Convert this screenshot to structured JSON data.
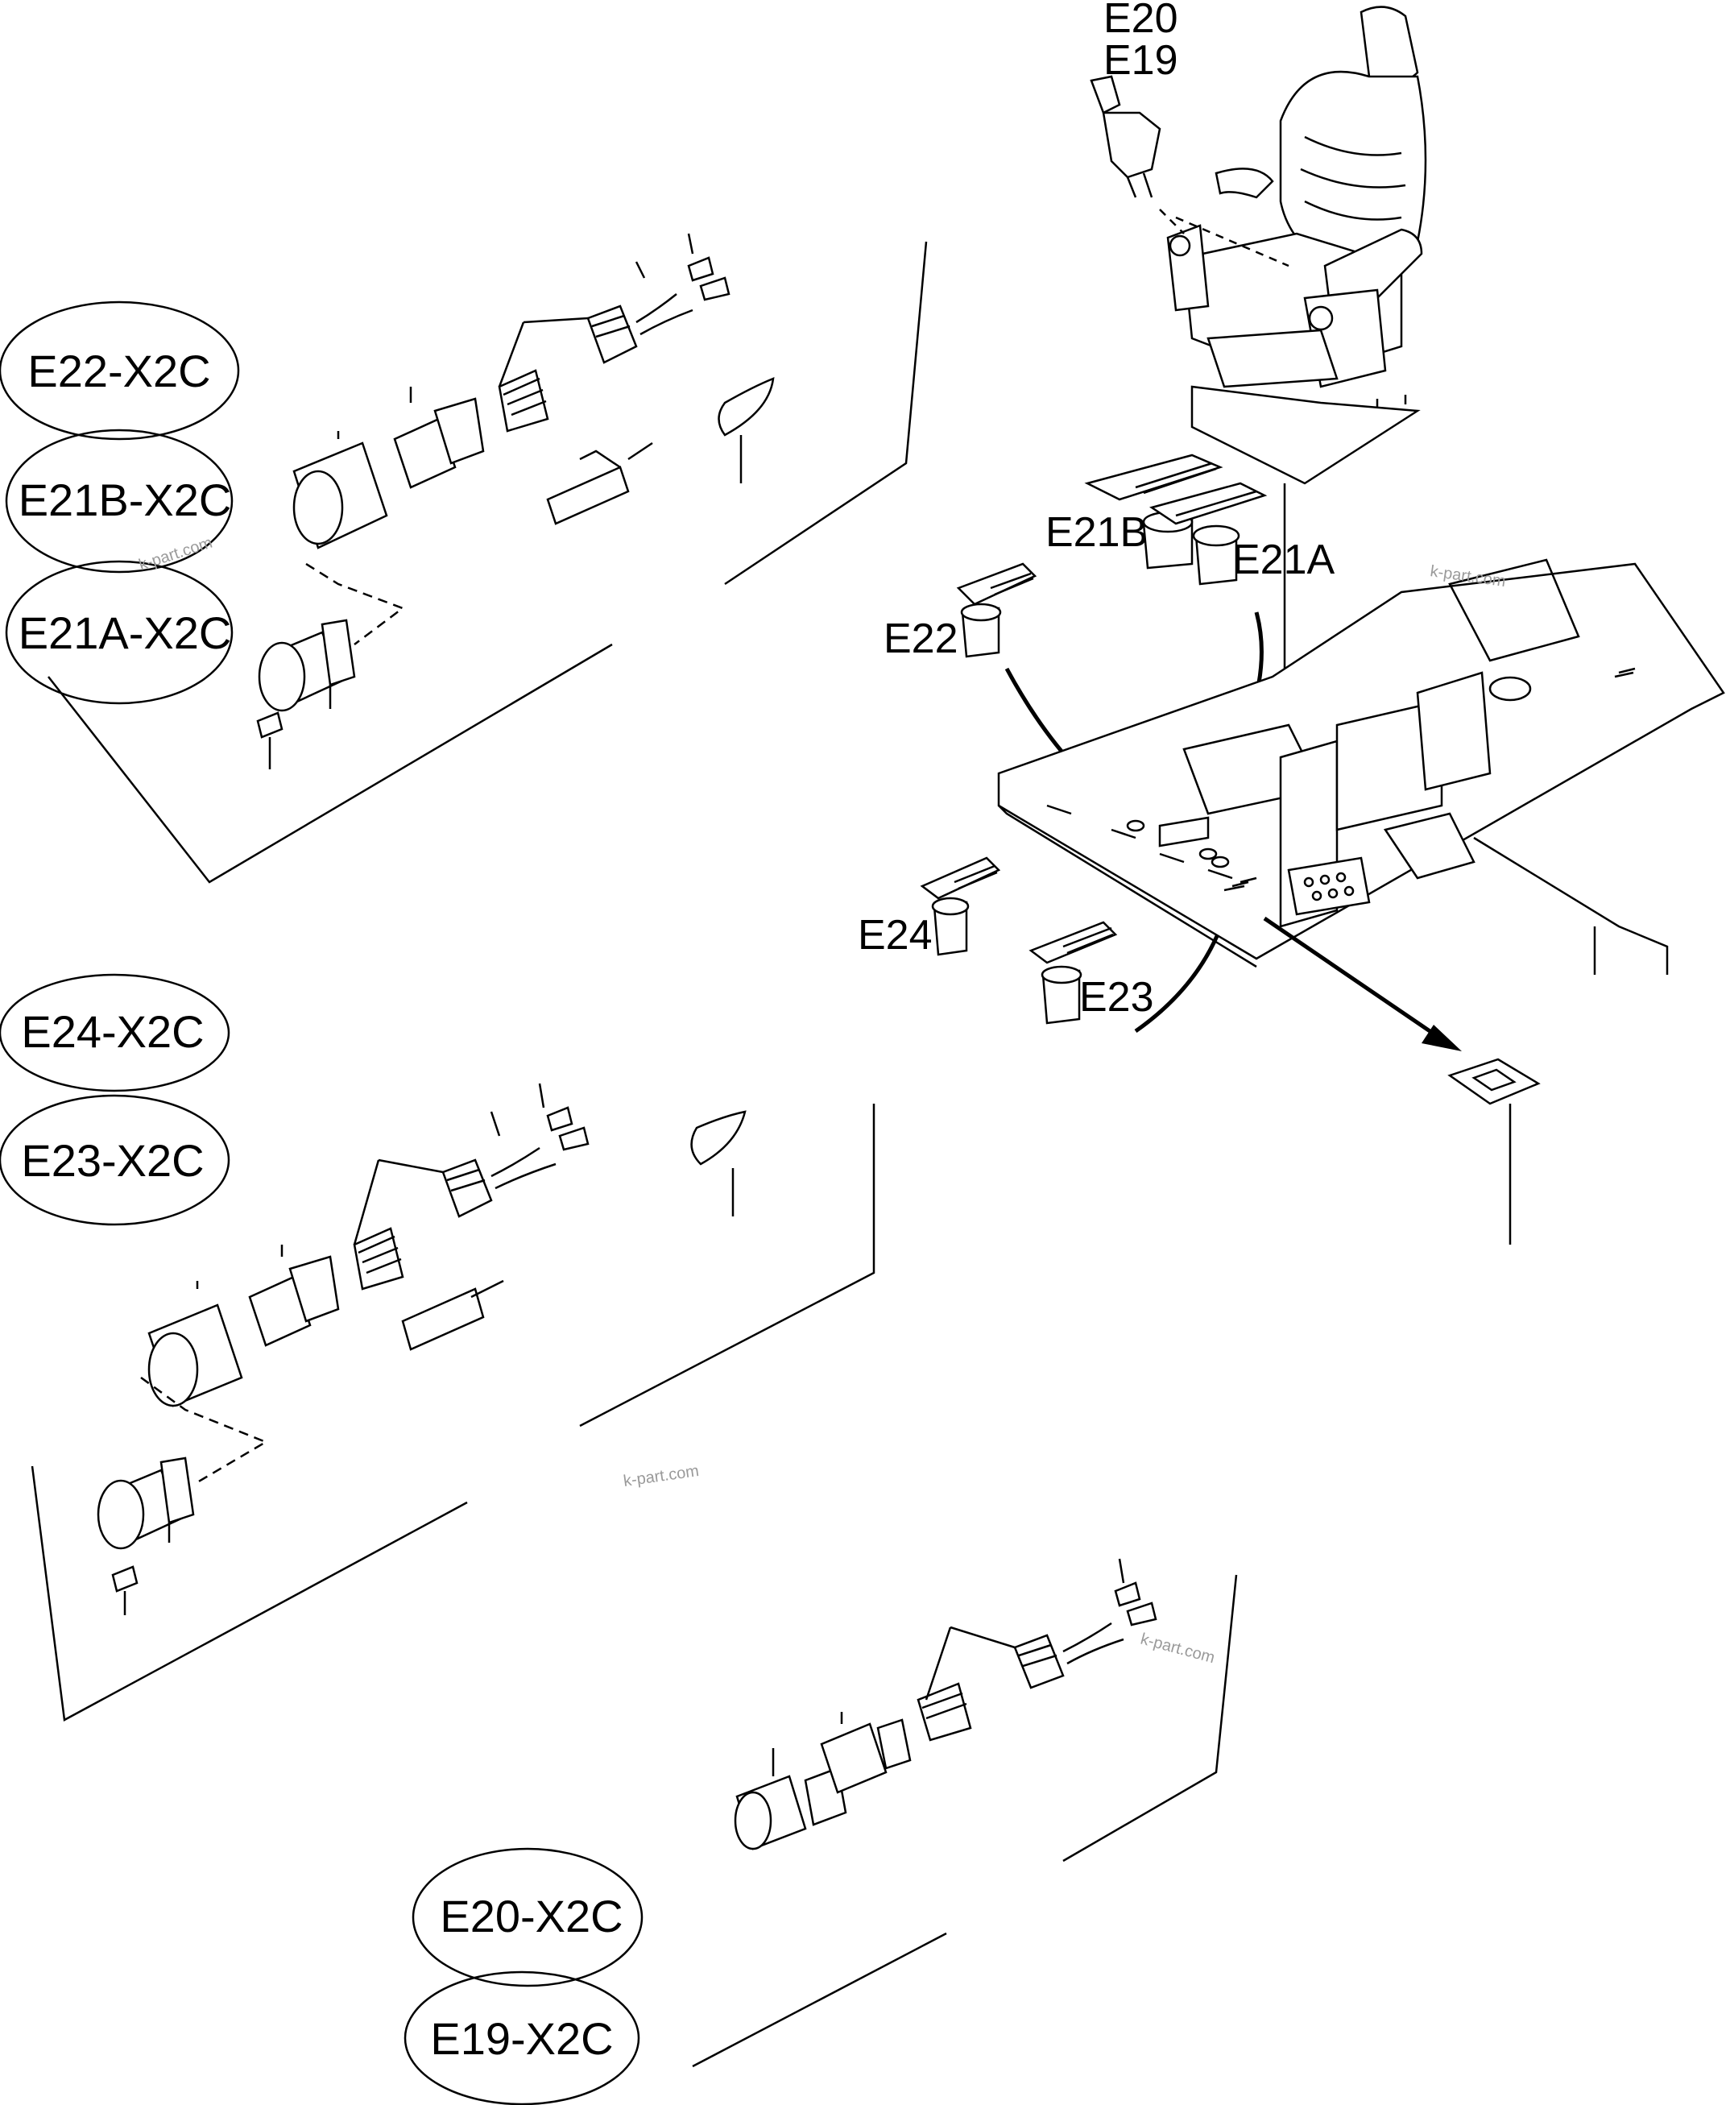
{
  "callouts": {
    "e20": "E20",
    "e19": "E19",
    "e21b": "E21B",
    "e21a": "E21A",
    "e22": "E22",
    "e24": "E24",
    "e23": "E23"
  },
  "ovals": {
    "e22_x2c": "E22-X2C",
    "e21b_x2c": "E21B-X2C",
    "e21a_x2c": "E21A-X2C",
    "e24_x2c": "E24-X2C",
    "e23_x2c": "E23-X2C",
    "e20_x2c": "E20-X2C",
    "e19_x2c": "E19-X2C"
  },
  "watermarks": {
    "wm1": "k-part.com",
    "wm2": "k-part.com",
    "wm3": "k-part.com",
    "wm4": "k-part.com"
  }
}
